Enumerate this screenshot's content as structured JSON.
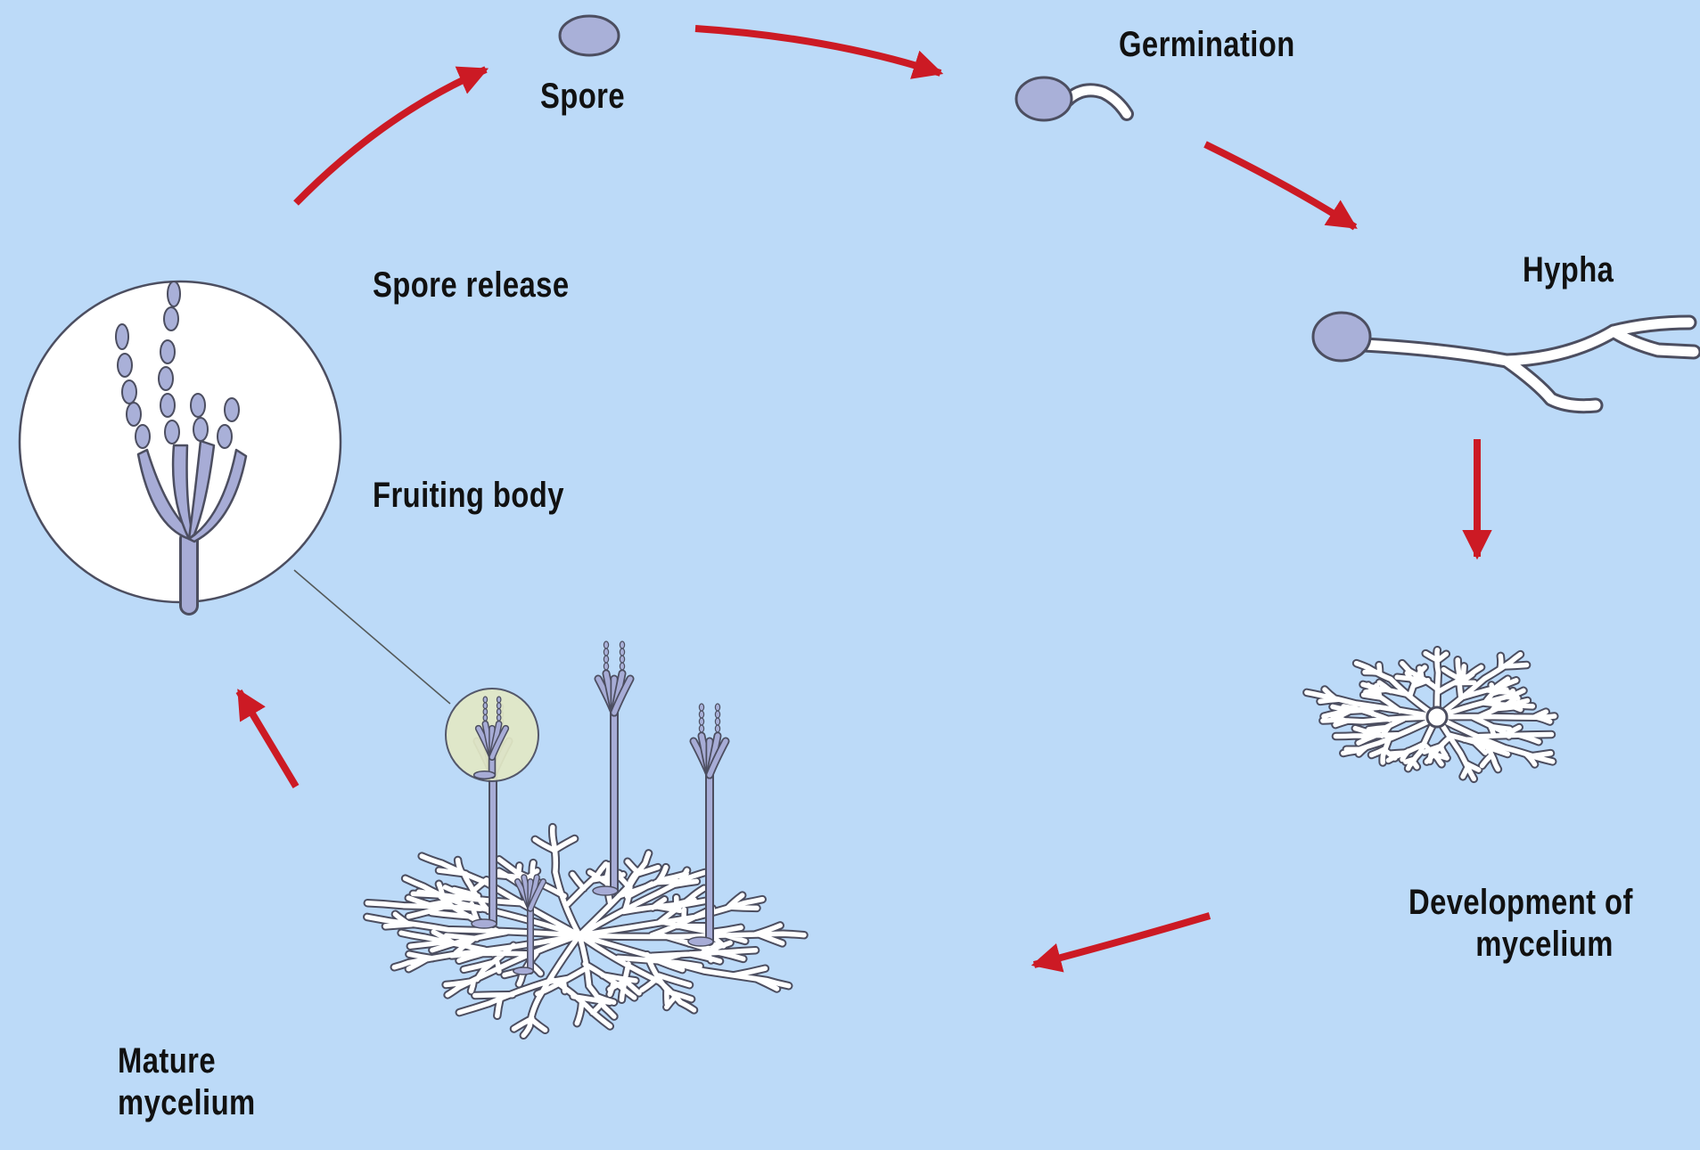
{
  "labels": {
    "spore": "Spore",
    "germination": "Germination",
    "hypha": "Hypha",
    "development_line1": "Development of",
    "development_line2": "mycelium",
    "mature_line1": "Mature",
    "mature_line2": "mycelium",
    "fruiting_body": "Fruiting body",
    "spore_release": "Spore release"
  },
  "colors": {
    "background": "#bcdaf8",
    "arrow": "#cc1a24",
    "hypha_fill": "#ffffff",
    "outline": "#4c4e60",
    "spore_fill": "#a9b0d8",
    "conidiophore_fill": "#a7acd6",
    "inset_circle_fill": "#ffffff",
    "small_circle_fill": "#e2e8c6",
    "text": "#111111"
  },
  "stages": [
    "spore",
    "germination",
    "hypha",
    "development-of-mycelium",
    "mature-mycelium",
    "fruiting-body",
    "spore-release"
  ]
}
